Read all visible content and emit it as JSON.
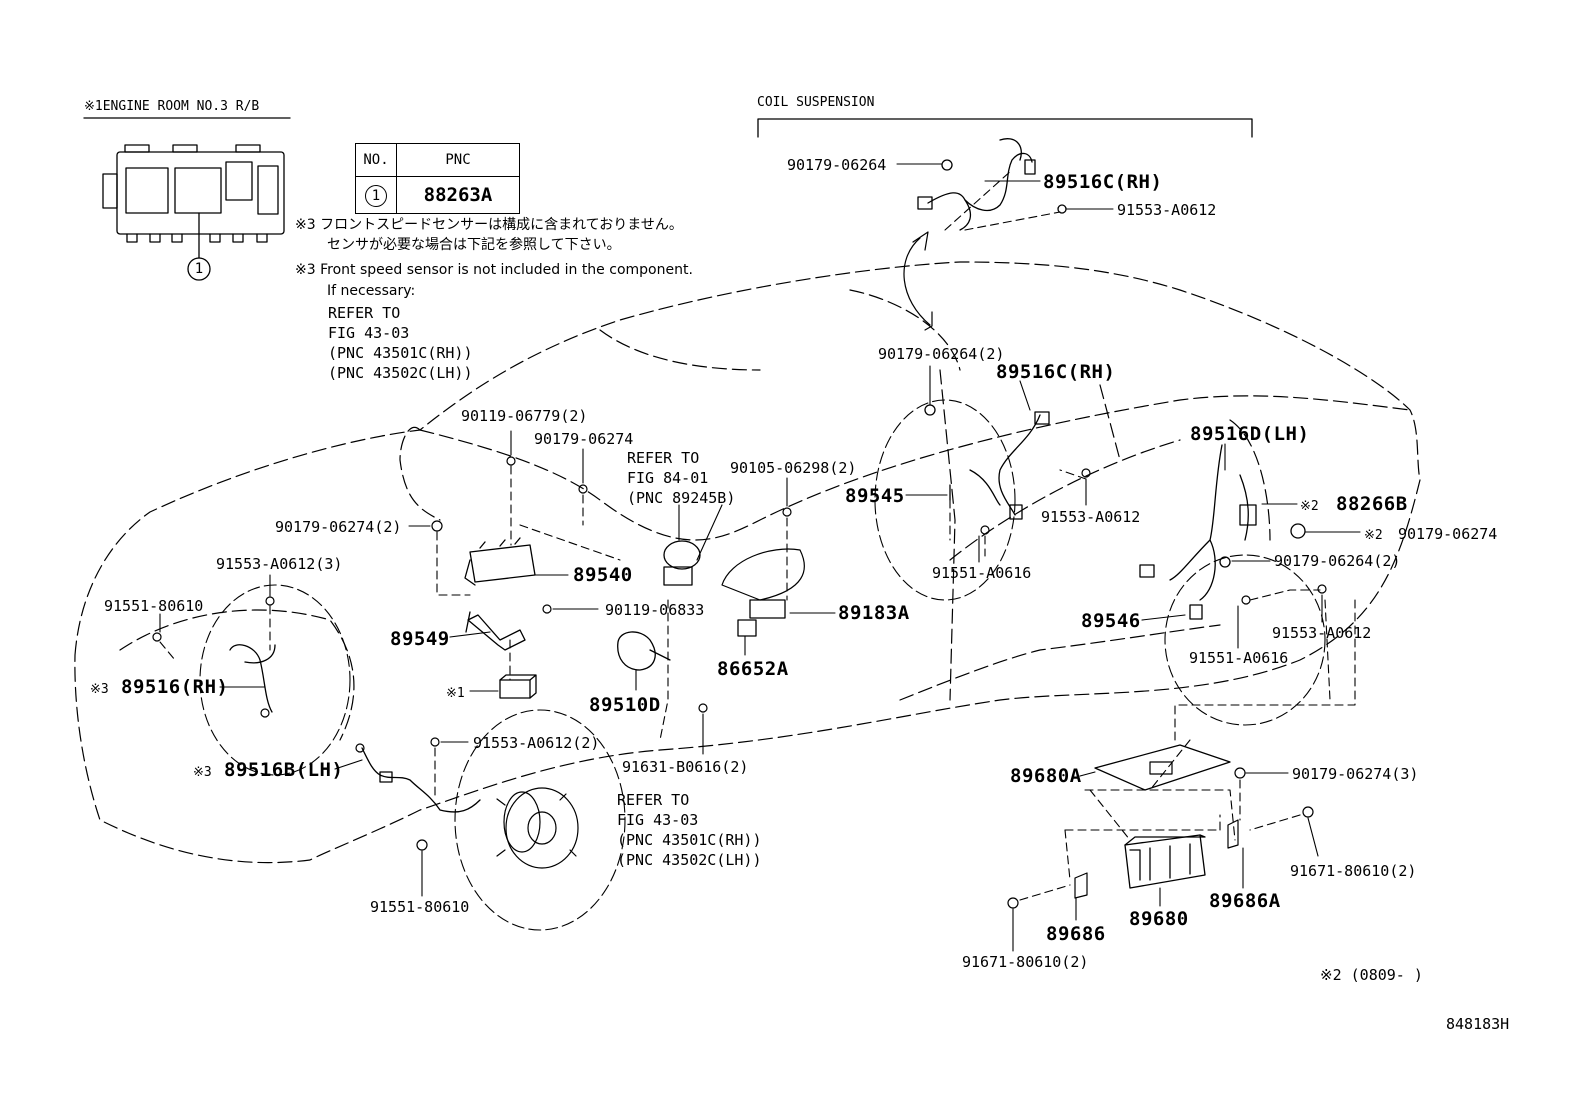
{
  "header": {
    "engine_room_title": "※1ENGINE ROOM NO.3 R/B",
    "coil_suspension_title": "COIL SUSPENSION"
  },
  "pnc_table": {
    "col_no": "NO.",
    "col_pnc": "PNC",
    "rows": [
      {
        "no": "1",
        "pnc": "88263A"
      }
    ],
    "relay_block_callout": "1"
  },
  "notes": {
    "jp_line1": "※3 フロントスピードセンサーは構成に含まれておりません。",
    "jp_line2": "センサが必要な場合は下記を参照して下さい。",
    "en_line1": "※3 Front speed sensor is not included in the component.",
    "en_line2": "If necessary:",
    "refer_l1": "REFER TO",
    "refer_l2": "FIG 43-03",
    "refer_l3": "(PNC 43501C(RH))",
    "refer_l4": "(PNC 43502C(LH))"
  },
  "refers": {
    "fig84_l1": "REFER TO",
    "fig84_l2": "FIG 84-01",
    "fig84_l3": "(PNC 89245B)",
    "fig43_l1": "REFER TO",
    "fig43_l2": "FIG 43-03",
    "fig43_l3": "(PNC 43501C(RH))",
    "fig43_l4": "(PNC 43502C(LH))"
  },
  "parts": {
    "p_90179_06264_top": "90179-06264",
    "p_89516c_rh_top": "89516C(RH)",
    "p_91553_a0612_top": "91553-A0612",
    "p_90179_06264_2_a": "90179-06264(2)",
    "p_89516c_rh_mid": "89516C(RH)",
    "p_89516d_lh": "89516D(LH)",
    "p_88266b": "88266B",
    "p_90179_06274_r": "90179-06274",
    "p_90179_06264_2_b": "90179-06264(2)",
    "p_89545": "89545",
    "p_91553_a0612_mid": "91553-A0612",
    "p_91551_a0616_mid": "91551-A0616",
    "p_90105_06298_2": "90105-06298(2)",
    "p_89183a": "89183A",
    "p_86652a": "86652A",
    "p_89546": "89546",
    "p_91553_a0612_r": "91553-A0612",
    "p_91551_a0616_r": "91551-A0616",
    "p_90119_06779_2": "90119-06779(2)",
    "p_90179_06274_a": "90179-06274",
    "p_90179_06274_2": "90179-06274(2)",
    "p_89540": "89540",
    "p_91553_a0612_3": "91553-A0612(3)",
    "p_91551_80610_a": "91551-80610",
    "p_90119_06833": "90119-06833",
    "p_89549": "89549",
    "p_89516_rh": "89516(RH)",
    "p_89510d": "89510D",
    "p_91553_a0612_2": "91553-A0612(2)",
    "p_91631_b0616_2": "91631-B0616(2)",
    "p_89516b_lh": "89516B(LH)",
    "p_91551_80610_b": "91551-80610",
    "p_89680a": "89680A",
    "p_90179_06274_3": "90179-06274(3)",
    "p_91671_80610_2_r": "91671-80610(2)",
    "p_89686": "89686",
    "p_89680": "89680",
    "p_89686a": "89686A",
    "p_91671_80610_2_b": "91671-80610(2)"
  },
  "marks": {
    "m1": "※1",
    "m2": "※2",
    "m3": "※3"
  },
  "footer": {
    "note_2": "※2 (0809-     )",
    "figure_code": "848183H"
  }
}
